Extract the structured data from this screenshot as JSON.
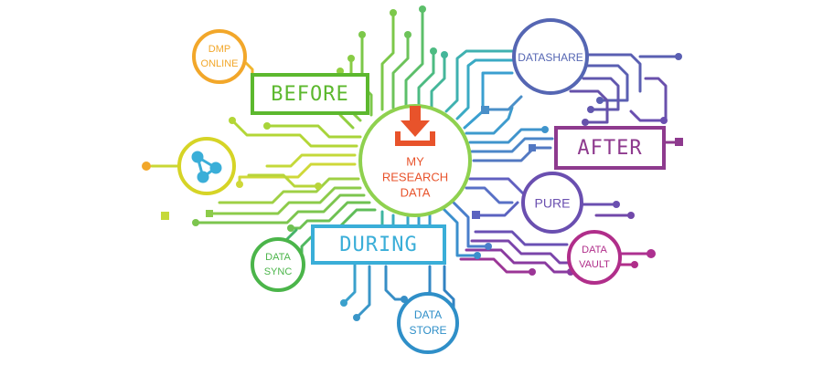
{
  "center": {
    "line1": "MY",
    "line2": "RESEARCH",
    "line3": "DATA",
    "icon": "download-icon",
    "color": "#e8532b",
    "ring_color": "#8fd14f"
  },
  "stages": {
    "before": {
      "label": "BEFORE",
      "color": "#5cb82e"
    },
    "after": {
      "label": "AFTER",
      "color": "#8e3a8e"
    },
    "during": {
      "label": "DURING",
      "color": "#3aaed8"
    }
  },
  "nodes": {
    "dmp_online": {
      "line1": "DMP",
      "line2": "ONLINE",
      "color": "#f2a72a"
    },
    "share": {
      "icon": "share-network-icon",
      "color": "#d6d426"
    },
    "datashare": {
      "label": "DATASHARE",
      "color": "#5566b3"
    },
    "pure": {
      "label": "PURE",
      "color": "#6a4fb0"
    },
    "data_vault": {
      "line1": "DATA",
      "line2": "VAULT",
      "color": "#b02e8a"
    },
    "data_sync": {
      "line1": "DATA",
      "line2": "SYNC",
      "color": "#4bb54a"
    },
    "data_store": {
      "line1": "DATA",
      "line2": "STORE",
      "color": "#2f8fc8"
    }
  }
}
